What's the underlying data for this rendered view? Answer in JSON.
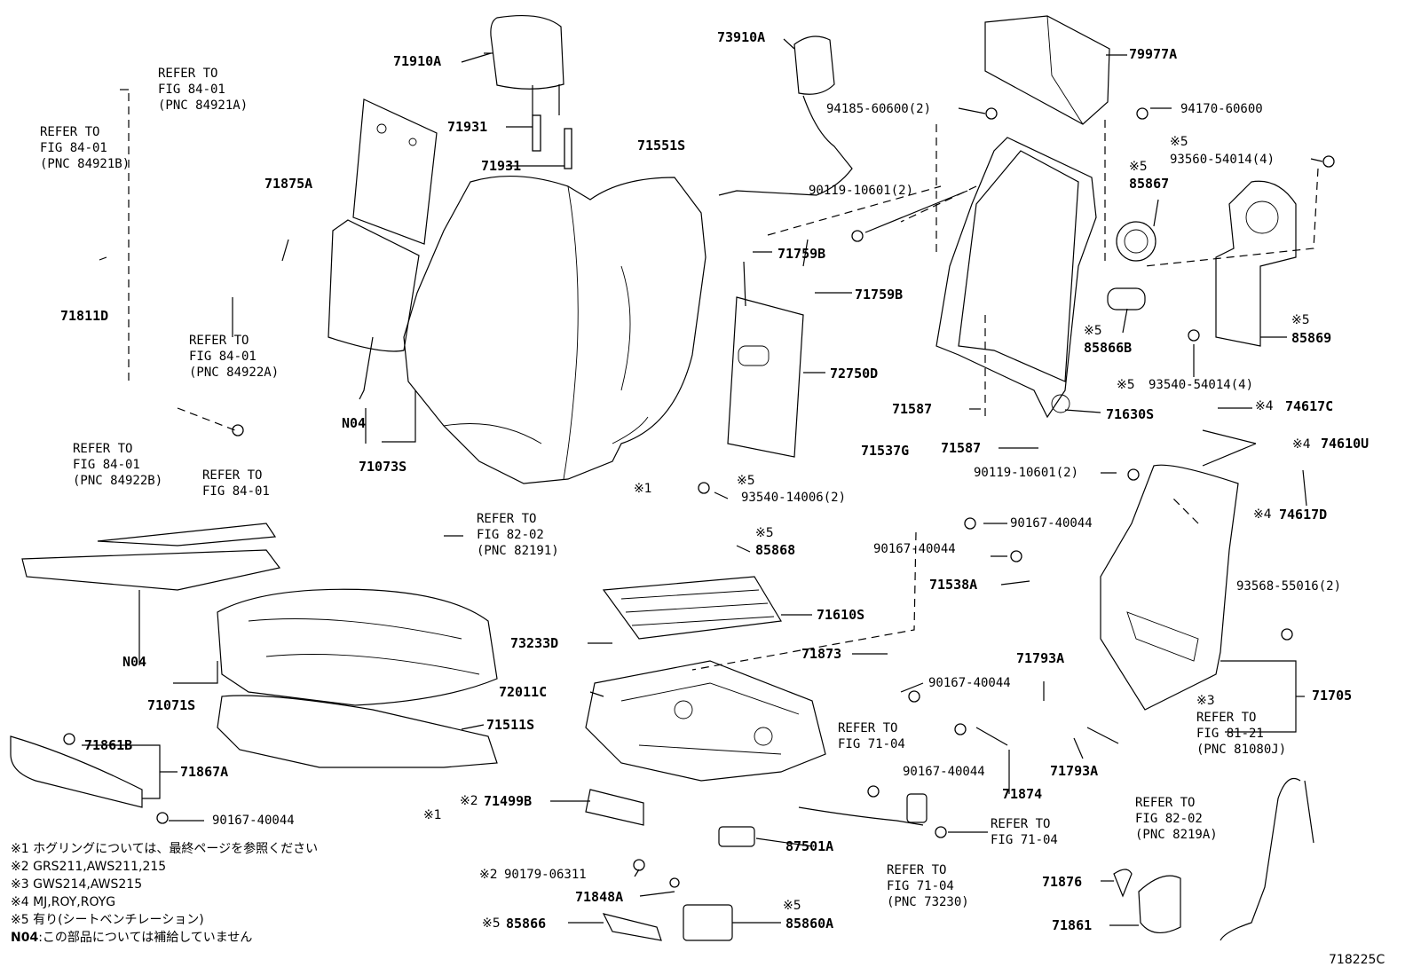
{
  "diagram_id": "718225C",
  "labels": {
    "p71910A": "71910A",
    "p73910A": "73910A",
    "p79977A": "79977A",
    "p71931a": "71931",
    "p71931b": "71931",
    "p71551S": "71551S",
    "p94185": "94185-60600(2)",
    "p94170": "94170-60600",
    "p93560": "93560-54014(4)",
    "p90119a": "90119-10601(2)",
    "p85867": "85867",
    "p71875A": "71875A",
    "p71759Ba": "71759B",
    "p71759Bb": "71759B",
    "p71811D": "71811D",
    "p85866B": "85866B",
    "p85869": "85869",
    "p72750D": "72750D",
    "p93540a": "93540-54014(4)",
    "p71587a": "71587",
    "p71630S": "71630S",
    "p74617C": "74617C",
    "pN04a": "N04",
    "p71587b": "71587",
    "p74610U": "74610U",
    "p71073S": "71073S",
    "p71537G": "71537G",
    "p90119b": "90119-10601(2)",
    "p93540b": "93540-14006(2)",
    "p90167a": "90167-40044",
    "p74617D": "74617D",
    "p85868": "85868",
    "p90167b": "90167-40044",
    "p71538A": "71538A",
    "p93568": "93568-55016(2)",
    "p71610S": "71610S",
    "pN04b": "N04",
    "p73233D": "73233D",
    "p71873": "71873",
    "p71793Aa": "71793A",
    "p90167c": "90167-40044",
    "p71705": "71705",
    "p72011C": "72011C",
    "p71071S": "71071S",
    "p71511S": "71511S",
    "p71861B": "71861B",
    "p71867A": "71867A",
    "p90167d": "90167-40044",
    "p71874": "71874",
    "p71793Ab": "71793A",
    "p71499B": "71499B",
    "p90167e": "90167-40044",
    "p87501A": "87501A",
    "p90179": "90179-06311",
    "p71848A": "71848A",
    "p71876": "71876",
    "p85866": "85866",
    "p85860A": "85860A",
    "p71861": "71861"
  },
  "marks": {
    "m_ring1": "※1",
    "m_ring2": "※1",
    "m_85867": "※5",
    "m_93560": "※5",
    "m_85866B": "※5",
    "m_85869": "※5",
    "m_93540a": "※5",
    "m_74617C": "※4",
    "m_74610U": "※4",
    "m_74617D": "※4",
    "m_93540b": "※5",
    "m_85868": "※5",
    "m_71705": "※3",
    "m_71499B": "※2",
    "m_90179": "※2",
    "m_85866": "※5",
    "m_85860A": "※5"
  },
  "refs": {
    "r1": [
      "REFER TO",
      "FIG 84-01",
      "(PNC 84921A)"
    ],
    "r2": [
      "REFER TO",
      "FIG 84-01",
      "(PNC 84921B)"
    ],
    "r3": [
      "REFER TO",
      "FIG 84-01",
      "(PNC 84922A)"
    ],
    "r4": [
      "REFER TO",
      "FIG 84-01",
      "(PNC 84922B)"
    ],
    "r5": [
      "REFER TO",
      "FIG 84-01"
    ],
    "r6": [
      "REFER TO",
      "FIG 82-02",
      "(PNC 82191)"
    ],
    "r7": [
      "REFER TO",
      "FIG 81-21",
      "(PNC 81080J)"
    ],
    "r8": [
      "REFER TO",
      "FIG 71-04"
    ],
    "r9": [
      "REFER TO",
      "FIG 71-04"
    ],
    "r10": [
      "REFER TO",
      "FIG 71-04",
      "(PNC 73230)"
    ],
    "r11": [
      "REFER TO",
      "FIG 82-02",
      "(PNC 8219A)"
    ]
  },
  "notes": [
    {
      "mark": "※1",
      "text": "ホグリングについては、最終ページを参照ください"
    },
    {
      "mark": "※2",
      "text": "GRS211,AWS211,215"
    },
    {
      "mark": "※3",
      "text": "GWS214,AWS215"
    },
    {
      "mark": "※4",
      "text": "MJ,ROY,ROYG"
    },
    {
      "mark": "※5",
      "text": "有り(シートベンチレーション)"
    },
    {
      "mark": "N04",
      "text": ":この部品については補給していません"
    }
  ]
}
